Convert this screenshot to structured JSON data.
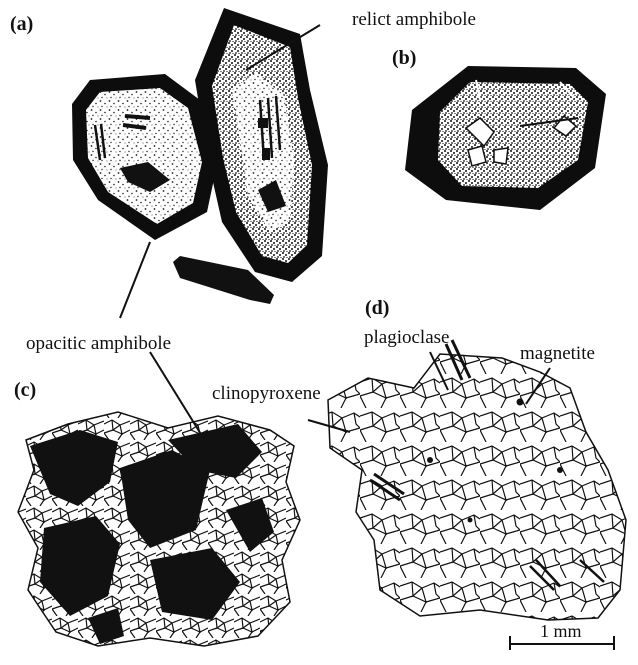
{
  "figure": {
    "panels": [
      "(a)",
      "(b)",
      "(c)",
      "(d)"
    ],
    "labels": {
      "relict_amphibole": "relict amphibole",
      "opacitic_amphibole": "opacitic amphibole",
      "clinopyroxene": "clinopyroxene",
      "plagioclase": "plagioclase",
      "magnetite": "magnetite"
    },
    "scale_bar": "1 mm"
  }
}
